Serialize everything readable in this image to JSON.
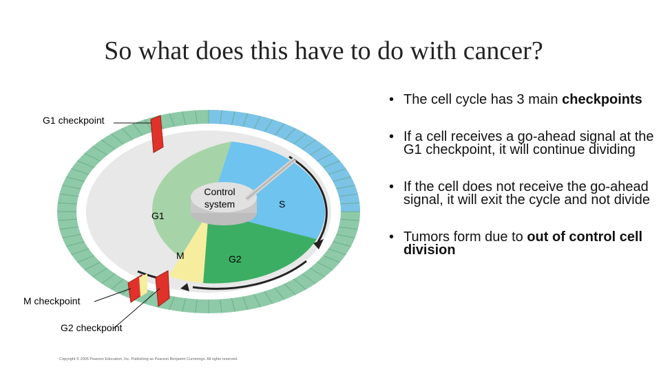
{
  "slide": {
    "title": "So what does this have to do with cancer?"
  },
  "diagram": {
    "labels": {
      "g1_checkpoint": "G1 checkpoint",
      "m_checkpoint": "M checkpoint",
      "g2_checkpoint": "G2 checkpoint",
      "control_system_line1": "Control",
      "control_system_line2": "system",
      "g1": "G1",
      "s": "S",
      "m": "M",
      "g2": "G2",
      "copyright": "Copyright © 2005 Pearson Education, Inc. Publishing as Pearson Benjamin Cummings. All rights reserved."
    },
    "colors": {
      "g1": "#a6d4a8",
      "s": "#6ec3ef",
      "g2": "#3cae63",
      "m": "#f6ee9e",
      "checkpoint": "#e0322a",
      "outer_ring": "#8ec9a8"
    }
  },
  "bullets": [
    {
      "text": "The cell cycle has 3 main ",
      "bold": "checkpoints",
      "tail": ""
    },
    {
      "text": "If a cell receives a go-ahead signal at the G1 checkpoint, it will continue dividing",
      "bold": "",
      "tail": ""
    },
    {
      "text": "If the cell does not receive the go-ahead signal, it will exit the cycle and not divide",
      "bold": "",
      "tail": ""
    },
    {
      "text": "Tumors form due to ",
      "bold": "out of control cell division",
      "tail": ""
    }
  ]
}
